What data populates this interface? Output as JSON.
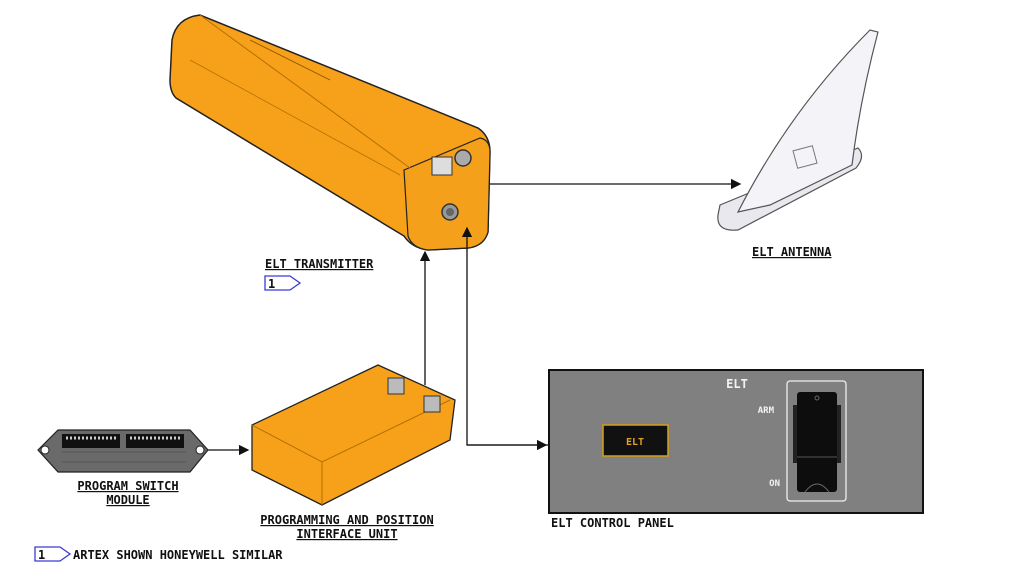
{
  "labels": {
    "transmitter": "ELT TRANSMITTER",
    "antenna": "ELT ANTENNA",
    "program_switch_line1": "PROGRAM SWITCH",
    "program_switch_line2": "MODULE",
    "ppiu_line1": "PROGRAMMING AND POSITION",
    "ppiu_line2": "INTERFACE UNIT",
    "control_panel": "ELT CONTROL PANEL"
  },
  "panel": {
    "title": "ELT",
    "indicator": "ELT",
    "switch_arm": "ARM",
    "switch_on": "ON"
  },
  "note": {
    "number": "1",
    "text": "ARTEX SHOWN HONEYWELL SIMILAR"
  },
  "colors": {
    "orange": "#f7a11a",
    "panel_gray": "#808080",
    "note_flag": "#3b3bd6",
    "indicator_border": "#d4a017"
  }
}
